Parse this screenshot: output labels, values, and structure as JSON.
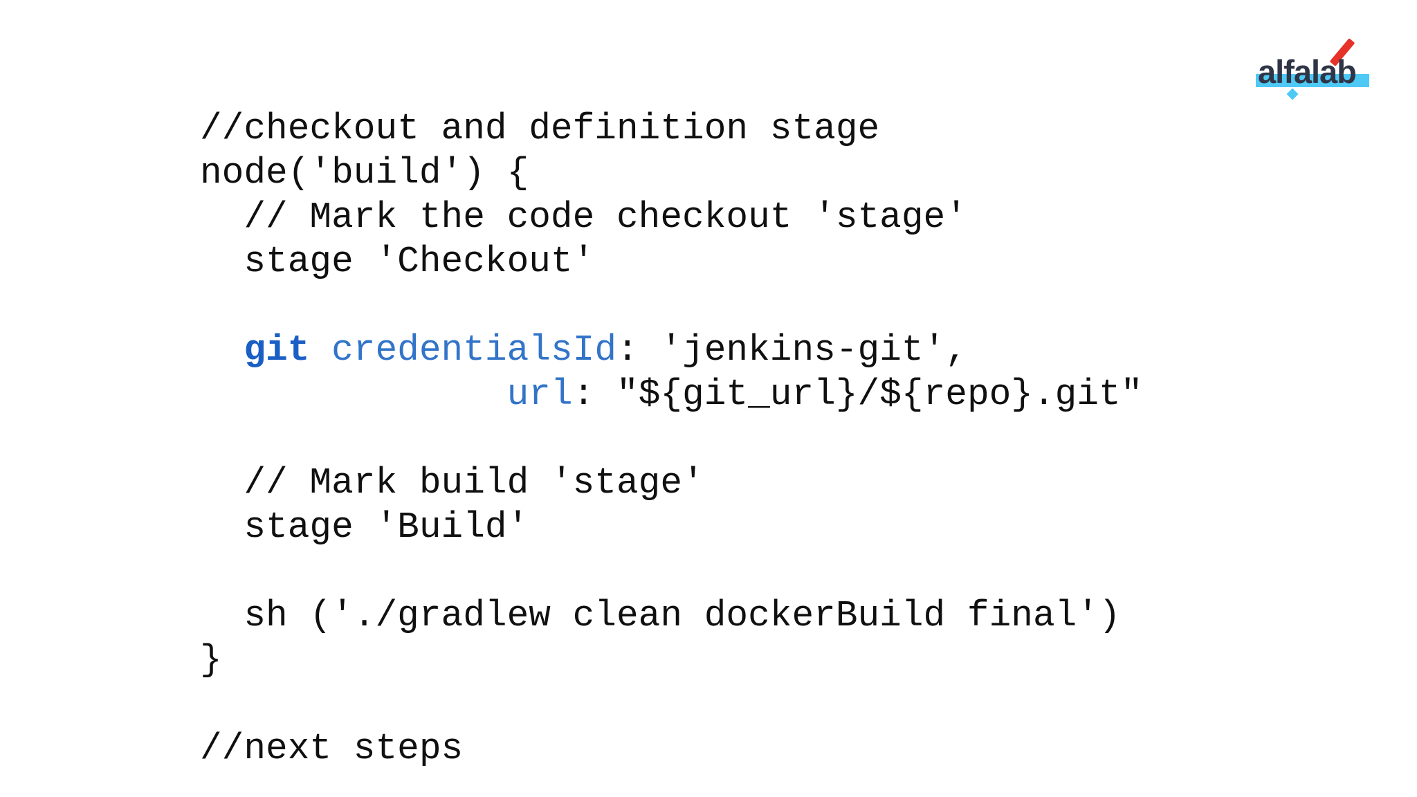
{
  "logo": {
    "text": "alfalab",
    "colors": {
      "navy": "#2f3547",
      "cyan": "#4ec9f5",
      "red": "#e63229"
    }
  },
  "code": {
    "colors": {
      "text": "#101010",
      "keyword": "#1a5fc4",
      "parameter": "#3274c8"
    },
    "lines": [
      [
        {
          "t": "//checkout and definition stage",
          "c": "plain"
        }
      ],
      [
        {
          "t": "node('build') {",
          "c": "plain"
        }
      ],
      [
        {
          "t": "  // Mark the code checkout 'stage'",
          "c": "plain"
        }
      ],
      [
        {
          "t": "  stage 'Checkout'",
          "c": "plain"
        }
      ],
      [],
      [
        {
          "t": "  ",
          "c": "plain"
        },
        {
          "t": "git",
          "c": "kw"
        },
        {
          "t": " ",
          "c": "plain"
        },
        {
          "t": "credentialsId",
          "c": "param"
        },
        {
          "t": ": 'jenkins-git',",
          "c": "plain"
        }
      ],
      [
        {
          "t": "              ",
          "c": "plain"
        },
        {
          "t": "url",
          "c": "param"
        },
        {
          "t": ": \"${git_url}/${repo}.git\"",
          "c": "plain"
        }
      ],
      [],
      [
        {
          "t": "  // Mark build 'stage'",
          "c": "plain"
        }
      ],
      [
        {
          "t": "  stage 'Build'",
          "c": "plain"
        }
      ],
      [],
      [
        {
          "t": "  sh ('./gradlew clean dockerBuild final')",
          "c": "plain"
        }
      ],
      [
        {
          "t": "}",
          "c": "plain"
        }
      ],
      [],
      [
        {
          "t": "//next steps",
          "c": "plain"
        }
      ]
    ]
  }
}
